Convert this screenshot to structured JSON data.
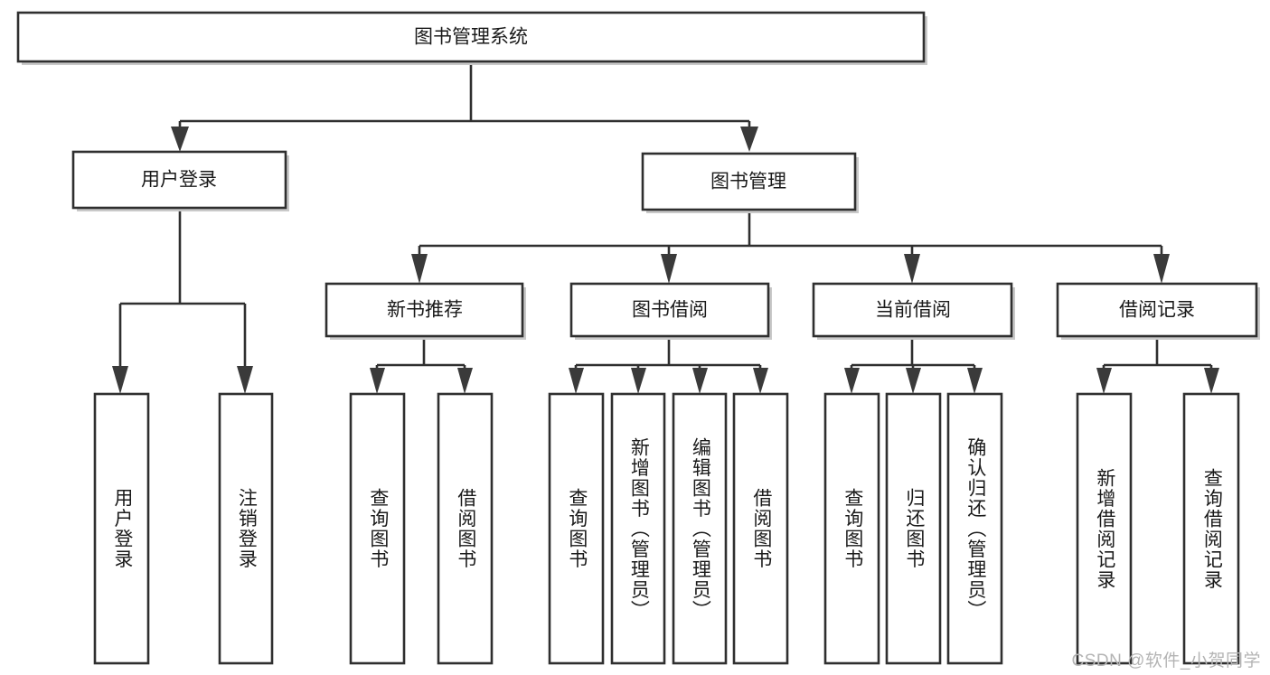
{
  "diagram": {
    "title": "图书管理系统",
    "type": "tree",
    "watermark": "CSDN @软件_小贺同学",
    "colors": {
      "box_stroke": "#2f2f2f",
      "box_fill": "#ffffff",
      "text": "#1a1a1a",
      "arrow": "#3a3a3a",
      "watermark": "#b4b4b4",
      "background": "#ffffff"
    },
    "root": {
      "label": "图书管理系统"
    },
    "level2": [
      {
        "label": "用户登录"
      },
      {
        "label": "图书管理"
      }
    ],
    "level3": [
      {
        "label": "新书推荐"
      },
      {
        "label": "图书借阅"
      },
      {
        "label": "当前借阅"
      },
      {
        "label": "借阅记录"
      }
    ],
    "leaves": {
      "user_login": [
        {
          "label": "用户登录"
        },
        {
          "label": "注销登录"
        }
      ],
      "new_book_recommend": [
        {
          "label": "查询图书"
        },
        {
          "label": "借阅图书"
        }
      ],
      "book_borrow": [
        {
          "label": "查询图书"
        },
        {
          "label": "新增图书（管理员）"
        },
        {
          "label": "编辑图书（管理员）"
        },
        {
          "label": "借阅图书"
        }
      ],
      "current_borrow": [
        {
          "label": "查询图书"
        },
        {
          "label": "归还图书"
        },
        {
          "label": "确认归还（管理员）"
        }
      ],
      "borrow_record": [
        {
          "label": "新增借阅记录"
        },
        {
          "label": "查询借阅记录"
        }
      ]
    }
  },
  "chart_data": {
    "type": "table",
    "title": "图书管理系统 功能结构",
    "nodes": [
      {
        "id": "root",
        "label": "图书管理系统",
        "level": 1,
        "parent": null
      },
      {
        "id": "n-user-login",
        "label": "用户登录",
        "level": 2,
        "parent": "root"
      },
      {
        "id": "n-book-mgmt",
        "label": "图书管理",
        "level": 2,
        "parent": "root"
      },
      {
        "id": "n-user-login-1",
        "label": "用户登录",
        "level": 3,
        "parent": "n-user-login"
      },
      {
        "id": "n-user-login-2",
        "label": "注销登录",
        "level": 3,
        "parent": "n-user-login"
      },
      {
        "id": "n-new-book",
        "label": "新书推荐",
        "level": 3,
        "parent": "n-book-mgmt"
      },
      {
        "id": "n-book-borrow",
        "label": "图书借阅",
        "level": 3,
        "parent": "n-book-mgmt"
      },
      {
        "id": "n-current-borrow",
        "label": "当前借阅",
        "level": 3,
        "parent": "n-book-mgmt"
      },
      {
        "id": "n-borrow-record",
        "label": "借阅记录",
        "level": 3,
        "parent": "n-book-mgmt"
      },
      {
        "id": "n-new-book-1",
        "label": "查询图书",
        "level": 4,
        "parent": "n-new-book"
      },
      {
        "id": "n-new-book-2",
        "label": "借阅图书",
        "level": 4,
        "parent": "n-new-book"
      },
      {
        "id": "n-book-borrow-1",
        "label": "查询图书",
        "level": 4,
        "parent": "n-book-borrow"
      },
      {
        "id": "n-book-borrow-2",
        "label": "新增图书（管理员）",
        "level": 4,
        "parent": "n-book-borrow"
      },
      {
        "id": "n-book-borrow-3",
        "label": "编辑图书（管理员）",
        "level": 4,
        "parent": "n-book-borrow"
      },
      {
        "id": "n-book-borrow-4",
        "label": "借阅图书",
        "level": 4,
        "parent": "n-book-borrow"
      },
      {
        "id": "n-current-borrow-1",
        "label": "查询图书",
        "level": 4,
        "parent": "n-current-borrow"
      },
      {
        "id": "n-current-borrow-2",
        "label": "归还图书",
        "level": 4,
        "parent": "n-current-borrow"
      },
      {
        "id": "n-current-borrow-3",
        "label": "确认归还（管理员）",
        "level": 4,
        "parent": "n-current-borrow"
      },
      {
        "id": "n-borrow-record-1",
        "label": "新增借阅记录",
        "level": 4,
        "parent": "n-borrow-record"
      },
      {
        "id": "n-borrow-record-2",
        "label": "查询借阅记录",
        "level": 4,
        "parent": "n-borrow-record"
      }
    ]
  }
}
